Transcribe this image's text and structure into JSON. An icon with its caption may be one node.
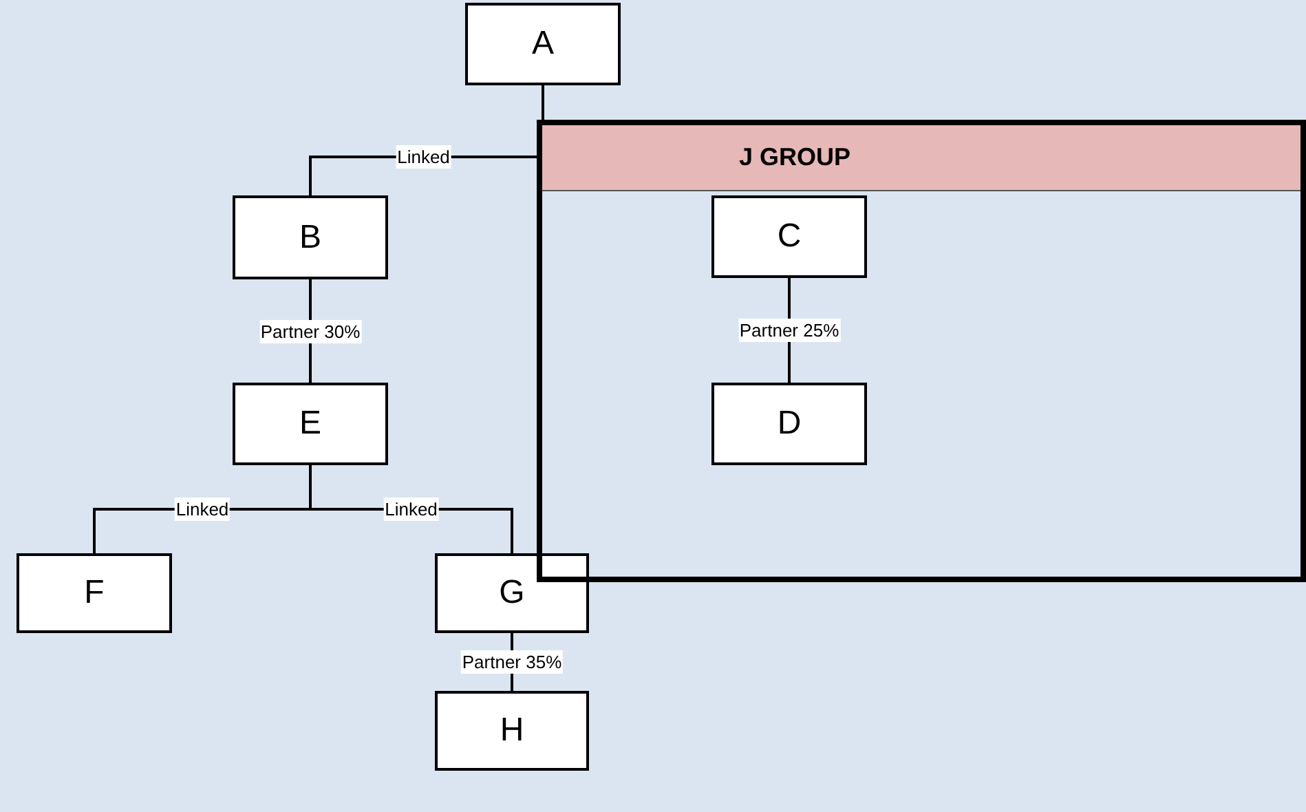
{
  "diagram": {
    "nodes": [
      {
        "text": [
          "A"
        ]
      },
      {
        "text": [
          "J GROUP"
        ]
      },
      {
        "text": [
          "B"
        ]
      },
      {
        "text": [
          "C"
        ],
        "in": 1
      },
      {
        "text": [
          "E"
        ]
      },
      {
        "text": [
          "D"
        ],
        "in": 1
      },
      {
        "text": [
          "F"
        ]
      },
      {
        "text": [
          "G"
        ]
      },
      {
        "text": [
          "H"
        ]
      }
    ],
    "edges": [
      {
        "from": 0,
        "to": 1,
        "arrow": "none"
      },
      {
        "from": 1,
        "to": 2,
        "arrow": "none",
        "label": "Linked"
      },
      {
        "from": 2,
        "to": 4,
        "arrow": "none",
        "label": "Partner 30%"
      },
      {
        "from": 3,
        "to": 5,
        "arrow": "none",
        "label": "Partner 25%"
      },
      {
        "from": 4,
        "to": 6,
        "arrow": "none",
        "label": "Linked"
      },
      {
        "from": 4,
        "to": 7,
        "arrow": "none",
        "label": "Linked"
      },
      {
        "from": 7,
        "to": 8,
        "arrow": "none",
        "label": "Partner 35%"
      }
    ]
  }
}
